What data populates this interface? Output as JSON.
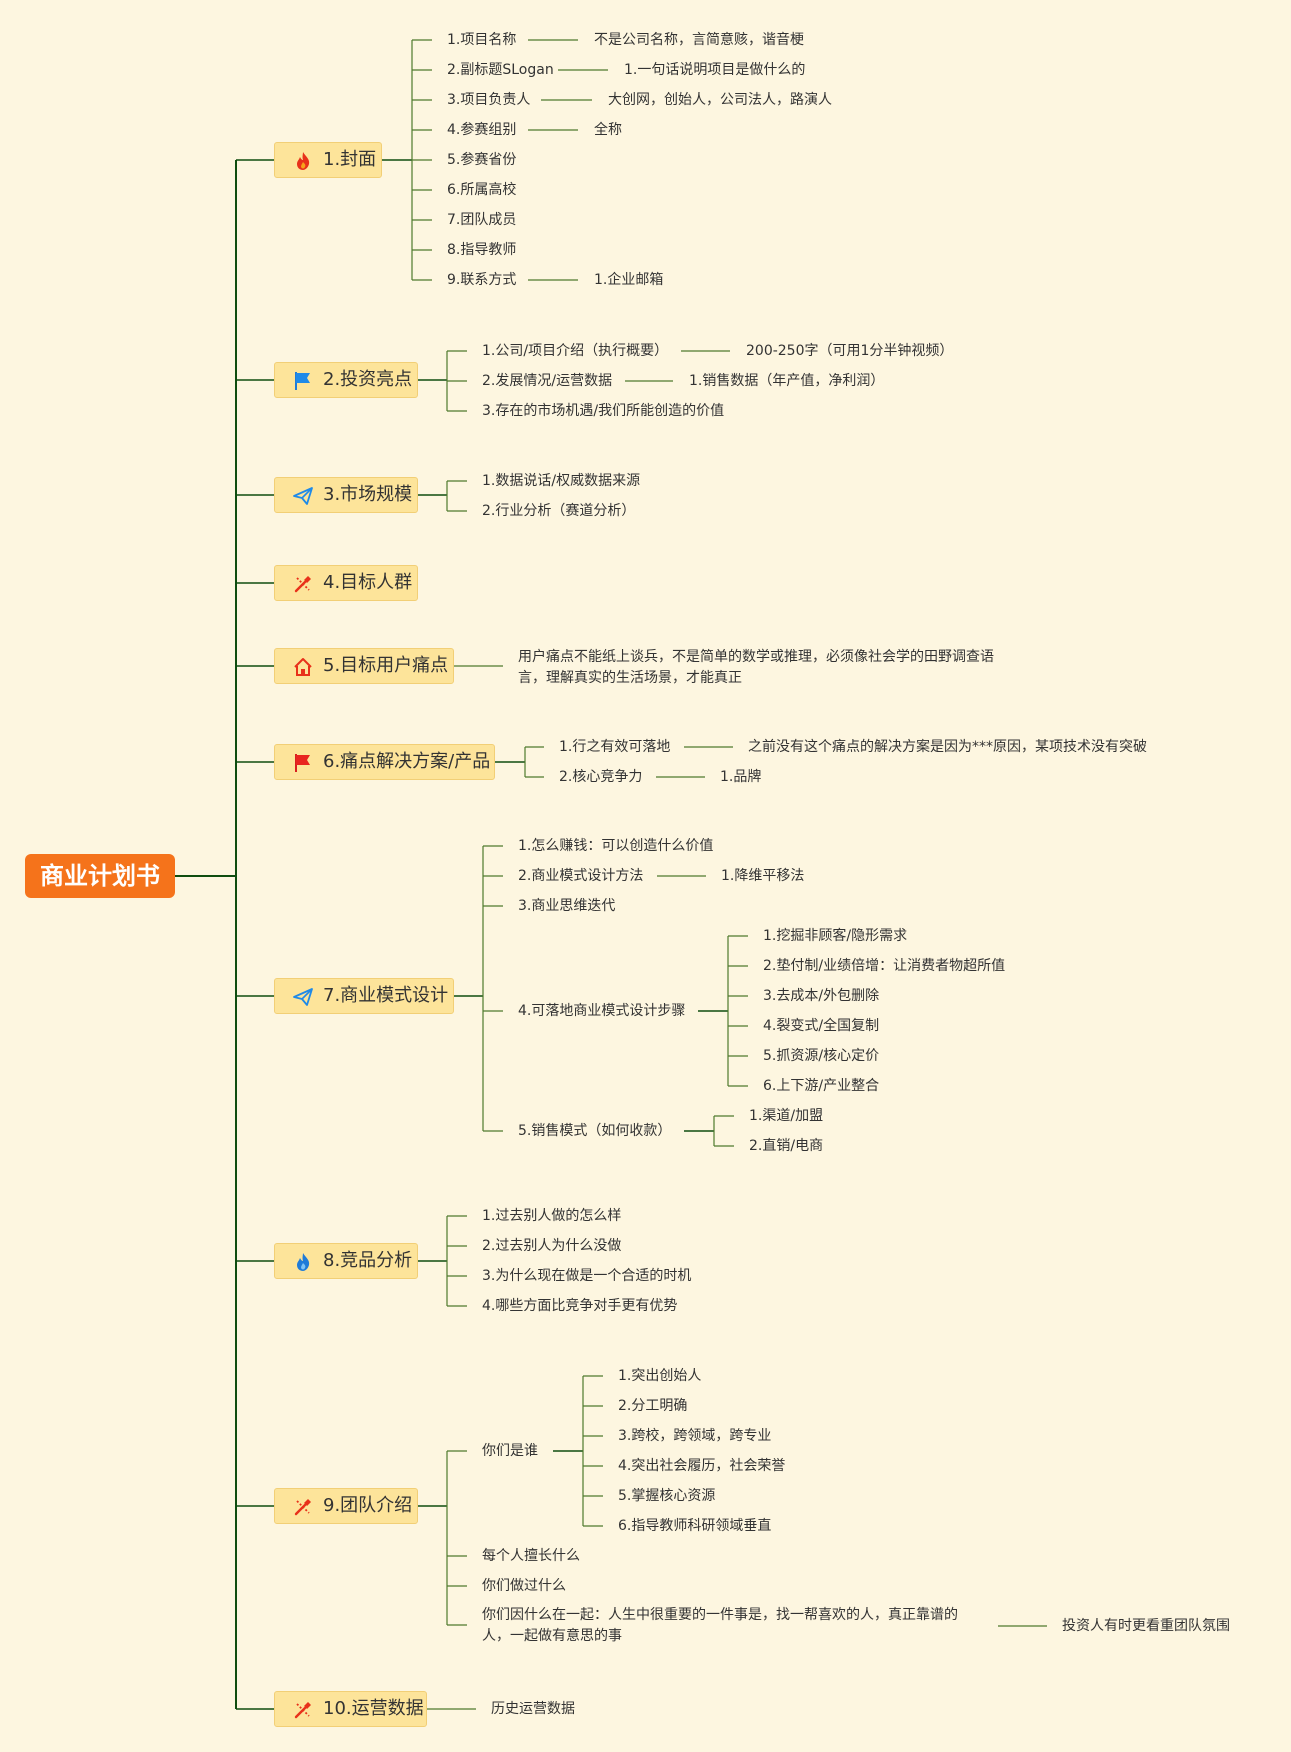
{
  "root": "商业计划书",
  "colors": {
    "background": "#fdf6e0",
    "root_fill": "#f5731b",
    "topic_fill": "#fde49a",
    "line": "#0f4d0f"
  },
  "topics": [
    {
      "label": "1.封面",
      "icon": "fire-icon",
      "items": [
        "1.项目名称",
        "2.副标题SLogan",
        "3.项目负责人",
        "4.参赛组别",
        "5.参赛省份",
        "6.所属高校",
        "7.团队成员",
        "8.指导教师",
        "9.联系方式"
      ],
      "notes": [
        "不是公司名称，言简意赅，谐音梗",
        "1.一句话说明项目是做什么的",
        "大创网，创始人，公司法人，路演人",
        "全称",
        "1.企业邮箱"
      ]
    },
    {
      "label": "2.投资亮点",
      "icon": "blue-flag-icon",
      "items": [
        "1.公司/项目介绍（执行概要）",
        "2.发展情况/运营数据",
        "3.存在的市场机遇/我们所能创造的价值"
      ],
      "notes": [
        "200-250字（可用1分半钟视频）",
        "1.销售数据（年产值，净利润）"
      ]
    },
    {
      "label": "3.市场规模",
      "icon": "paper-plane-icon",
      "items": [
        "1.数据说话/权威数据来源",
        "2.行业分析（赛道分析）"
      ]
    },
    {
      "label": "4.目标人群",
      "icon": "tools-icon"
    },
    {
      "label": "5.目标用户痛点",
      "icon": "house-icon",
      "notes": [
        "用户痛点不能纸上谈兵，不是简单的数学或推理，必须像社会学的田野调查语言，理解真实的生活场景，才能真正"
      ]
    },
    {
      "label": "6.痛点解决方案/产品",
      "icon": "red-flag-icon",
      "items": [
        "1.行之有效可落地",
        "2.核心竞争力"
      ],
      "notes": [
        "之前没有这个痛点的解决方案是因为***原因，某项技术没有突破",
        "1.品牌"
      ]
    },
    {
      "label": "7.商业模式设计",
      "icon": "paper-plane-icon",
      "items": [
        "1.怎么赚钱：可以创造什么价值",
        "2.商业模式设计方法",
        "3.商业思维迭代",
        "4.可落地商业模式设计步骤",
        "5.销售模式（如何收款）"
      ],
      "method_note": "1.降维平移法",
      "steps": [
        "1.挖掘非顾客/隐形需求",
        "2.垫付制/业绩倍增：让消费者物超所值",
        "3.去成本/外包删除",
        "4.裂变式/全国复制",
        "5.抓资源/核心定价",
        "6.上下游/产业整合"
      ],
      "sales": [
        "1.渠道/加盟",
        "2.直销/电商"
      ]
    },
    {
      "label": "8.竞品分析",
      "icon": "blue-fire-icon",
      "items": [
        "1.过去别人做的怎么样",
        "2.过去别人为什么没做",
        "3.为什么现在做是一个合适的时机",
        "4.哪些方面比竞争对手更有优势"
      ]
    },
    {
      "label": "9.团队介绍",
      "icon": "tools-icon",
      "who": "你们是谁",
      "who_items": [
        "1.突出创始人",
        "2.分工明确",
        "3.跨校，跨领域，跨专业",
        "4.突出社会履历，社会荣誉",
        "5.掌握核心资源",
        "6.指导教师科研领域垂直"
      ],
      "items": [
        "每个人擅长什么",
        "你们做过什么",
        "你们因什么在一起：人生中很重要的一件事是，找一帮喜欢的人，真正靠谱的人，一起做有意思的事"
      ],
      "notes": [
        "投资人有时更看重团队氛围"
      ]
    },
    {
      "label": "10.运营数据",
      "icon": "tools-icon",
      "notes": [
        "历史运营数据"
      ]
    }
  ]
}
